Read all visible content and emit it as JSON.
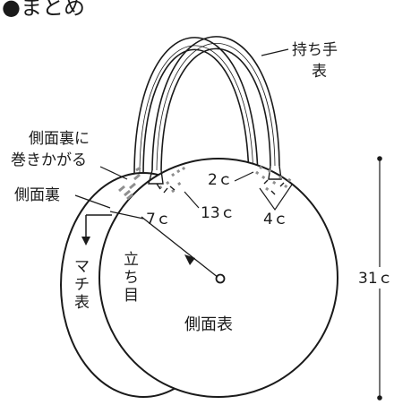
{
  "title": "●まとめ",
  "labels": {
    "handle_front": [
      "持ち手",
      "表"
    ],
    "side_inner_wrap": [
      "側面裏に",
      "巻きかがる"
    ],
    "side_inner": "側面裏",
    "gusset_front": [
      "マ",
      "チ",
      "表"
    ],
    "standing_stitch": [
      "立",
      "ち",
      "目"
    ],
    "side_front": "側面表",
    "dim_2c": "2ｃ",
    "dim_7c": "7ｃ",
    "dim_13c": "13ｃ",
    "dim_4c": "4ｃ",
    "dim_height": "31ｃ"
  },
  "colors": {
    "line": "#1a1a1a",
    "stitch": "#8f8f8f",
    "background": "#ffffff"
  }
}
